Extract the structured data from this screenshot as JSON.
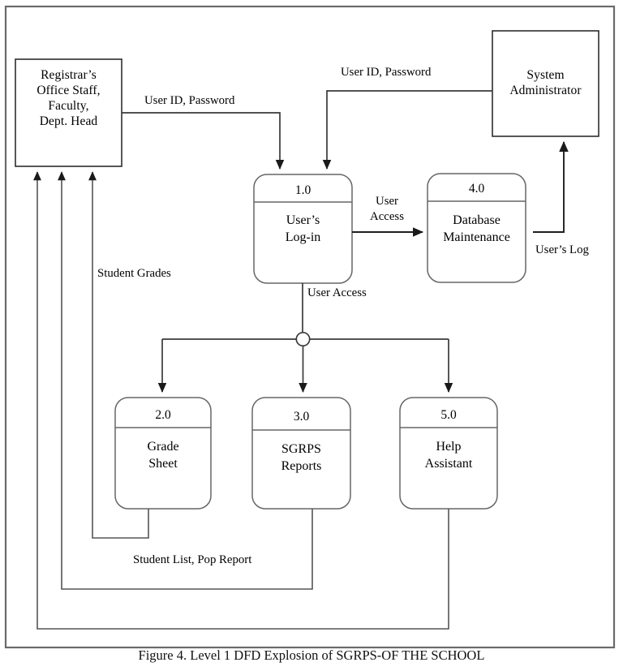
{
  "figure": {
    "caption": "Figure 4. Level 1 DFD Explosion of SGRPS-OF THE SCHOOL",
    "border_color": "#6a6a6a",
    "line_color": "#4a4a4a",
    "box_line_color": "#555555",
    "text_color": "#000000",
    "background": "#ffffff"
  },
  "entities": [
    {
      "id": "registrar",
      "name": "external-entity-registrar",
      "label": "Registrar’s\nOffice Staff,\nFaculty,\nDept. Head",
      "lines": [
        "Registrar’s",
        "Office Staff,",
        "Faculty,",
        "Dept. Head"
      ]
    },
    {
      "id": "sysadmin",
      "name": "external-entity-system-administrator",
      "label": "System\nAdministrator",
      "lines": [
        "System",
        "Administrator"
      ]
    }
  ],
  "processes": [
    {
      "id": "p1",
      "number": "1.0",
      "lines": [
        "User’s",
        "Log-in"
      ]
    },
    {
      "id": "p4",
      "number": "4.0",
      "lines": [
        "Database",
        "Maintenance"
      ]
    },
    {
      "id": "p2",
      "number": "2.0",
      "lines": [
        "Grade",
        "Sheet"
      ]
    },
    {
      "id": "p3",
      "number": "3.0",
      "lines": [
        "SGRPS",
        "Reports"
      ]
    },
    {
      "id": "p5",
      "number": "5.0",
      "lines": [
        "Help",
        "Assistant"
      ]
    }
  ],
  "flows": [
    {
      "id": "f1",
      "label": "User ID, Password",
      "from": "registrar",
      "to": "p1"
    },
    {
      "id": "f2",
      "label": "User ID, Password",
      "from": "sysadmin",
      "to": "p1"
    },
    {
      "id": "f3",
      "label_lines": [
        "User",
        "Access"
      ],
      "label": "User Access",
      "from": "p1",
      "to": "p4"
    },
    {
      "id": "f4",
      "label": "User’s Log",
      "from": "p4",
      "to": "sysadmin"
    },
    {
      "id": "f5",
      "label": "User Access",
      "from": "p1",
      "to": "junction"
    },
    {
      "id": "f6",
      "label": "Student Grades",
      "from": "p2",
      "to": "registrar"
    },
    {
      "id": "f7",
      "label": "Student List, Pop Report",
      "from": "p3",
      "to": "registrar"
    },
    {
      "id": "f8",
      "label": "",
      "from": "p5",
      "to": "registrar"
    }
  ],
  "junction": {
    "name": "flow-junction-node",
    "label": ""
  }
}
